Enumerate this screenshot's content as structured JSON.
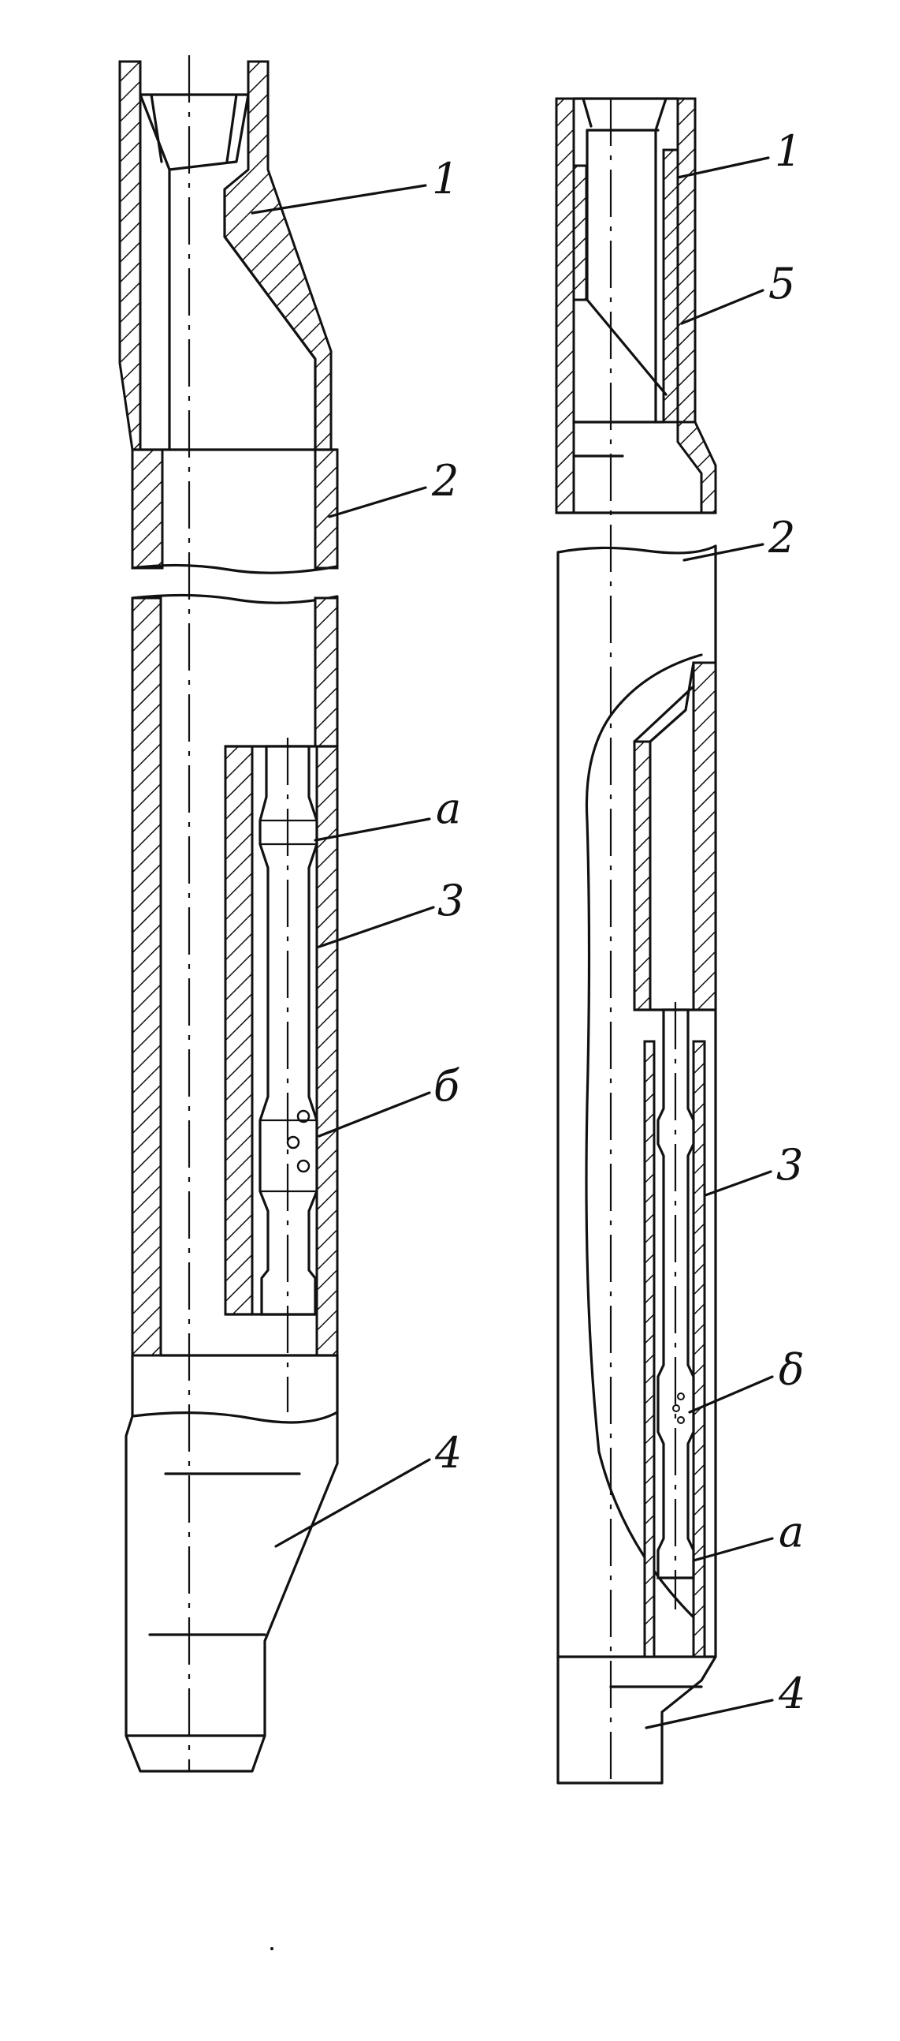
{
  "figure": {
    "left_assembly": {
      "labels": [
        "1",
        "2",
        "a",
        "3",
        "б",
        "4"
      ]
    },
    "right_assembly": {
      "labels": [
        "1",
        "5",
        "2",
        "3",
        "δ",
        "a",
        "4"
      ]
    }
  }
}
